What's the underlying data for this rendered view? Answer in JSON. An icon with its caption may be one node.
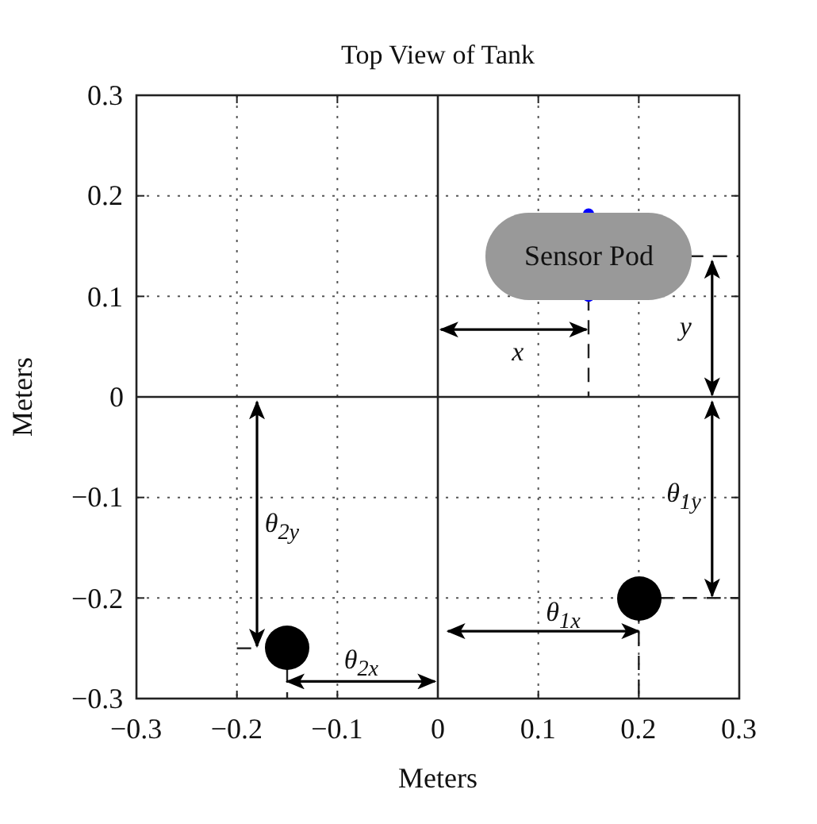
{
  "diagram": {
    "title": "Top View of Tank",
    "nodes": [
      {
        "text": [
          "Sensor Pod"
        ]
      },
      {
        "text": [],
        "shape": "circle"
      },
      {
        "text": [],
        "shape": "circle"
      }
    ],
    "edges": [],
    "labels": [
      "x",
      "y",
      "θ$_{2y}$",
      "θ$_{1y}$",
      "θ$_{1x}$",
      "θ$_{2x}$",
      "0.3",
      "0.2",
      "0.1",
      "0",
      "−0.1",
      "−0.2",
      "−0.3",
      "−0.3",
      "−0.2",
      "−0.1",
      "0",
      "0.1",
      "0.2",
      "0.3",
      "Meters",
      "Meters"
    ]
  }
}
